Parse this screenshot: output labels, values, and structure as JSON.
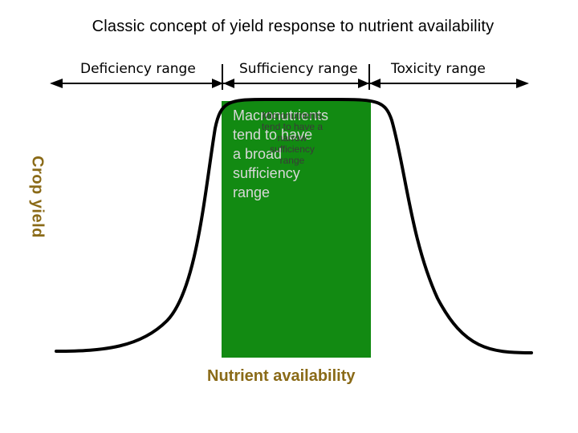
{
  "title": "Classic concept of yield response to nutrient availability",
  "ranges": {
    "deficiency": "Deficiency range",
    "sufficiency": "Sufficiency range",
    "toxicity": "Toxicity range"
  },
  "y_axis_label": "Crop yield",
  "x_axis_label": "Nutrient availability",
  "macronutrients_note": {
    "line1": "Macronutrients",
    "line2": "tend to have",
    "line3": "a broad",
    "line4": "sufficiency",
    "line5": "range"
  },
  "micronutrients_note": {
    "line1": "Micronutrients",
    "line2": "tend to have a",
    "line3": "narrow",
    "line4": "sufficiency",
    "line5": "range"
  },
  "colors": {
    "sufficiency_band": "#128a12",
    "axis_label": "#8a6a17",
    "curve": "#000000"
  }
}
